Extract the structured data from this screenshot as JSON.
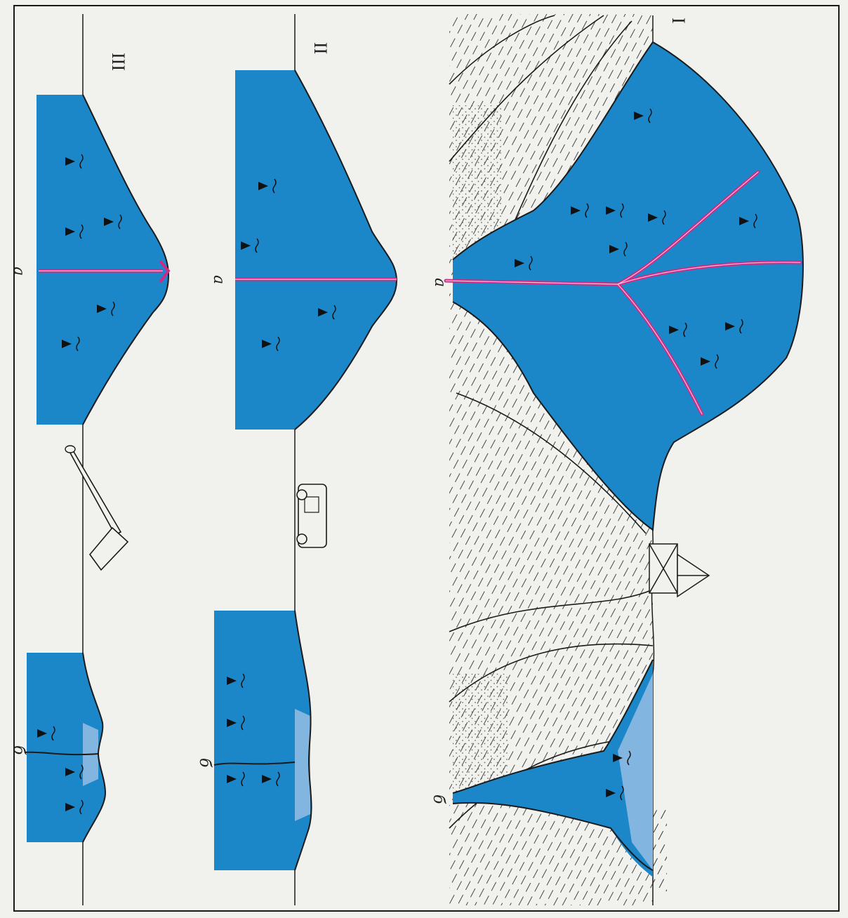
{
  "figure": {
    "panels": [
      {
        "id": "III",
        "numeral": "III",
        "left_label": "б",
        "right_label": "а"
      },
      {
        "id": "II",
        "numeral": "II",
        "left_label": "б",
        "right_label": "а"
      },
      {
        "id": "I",
        "numeral": "I",
        "left_label": "б",
        "right_label": "а"
      }
    ],
    "colors": {
      "rock": "#1b86c8",
      "rock_light": "#82b5df",
      "vein": "#d12a86",
      "outline": "#1a1a1a",
      "paper": "#f1f1ee"
    },
    "icons": {
      "panel_III": "shovel-icon",
      "panel_II": "truck-icon",
      "panel_I": "drilling-rig-icon"
    }
  }
}
